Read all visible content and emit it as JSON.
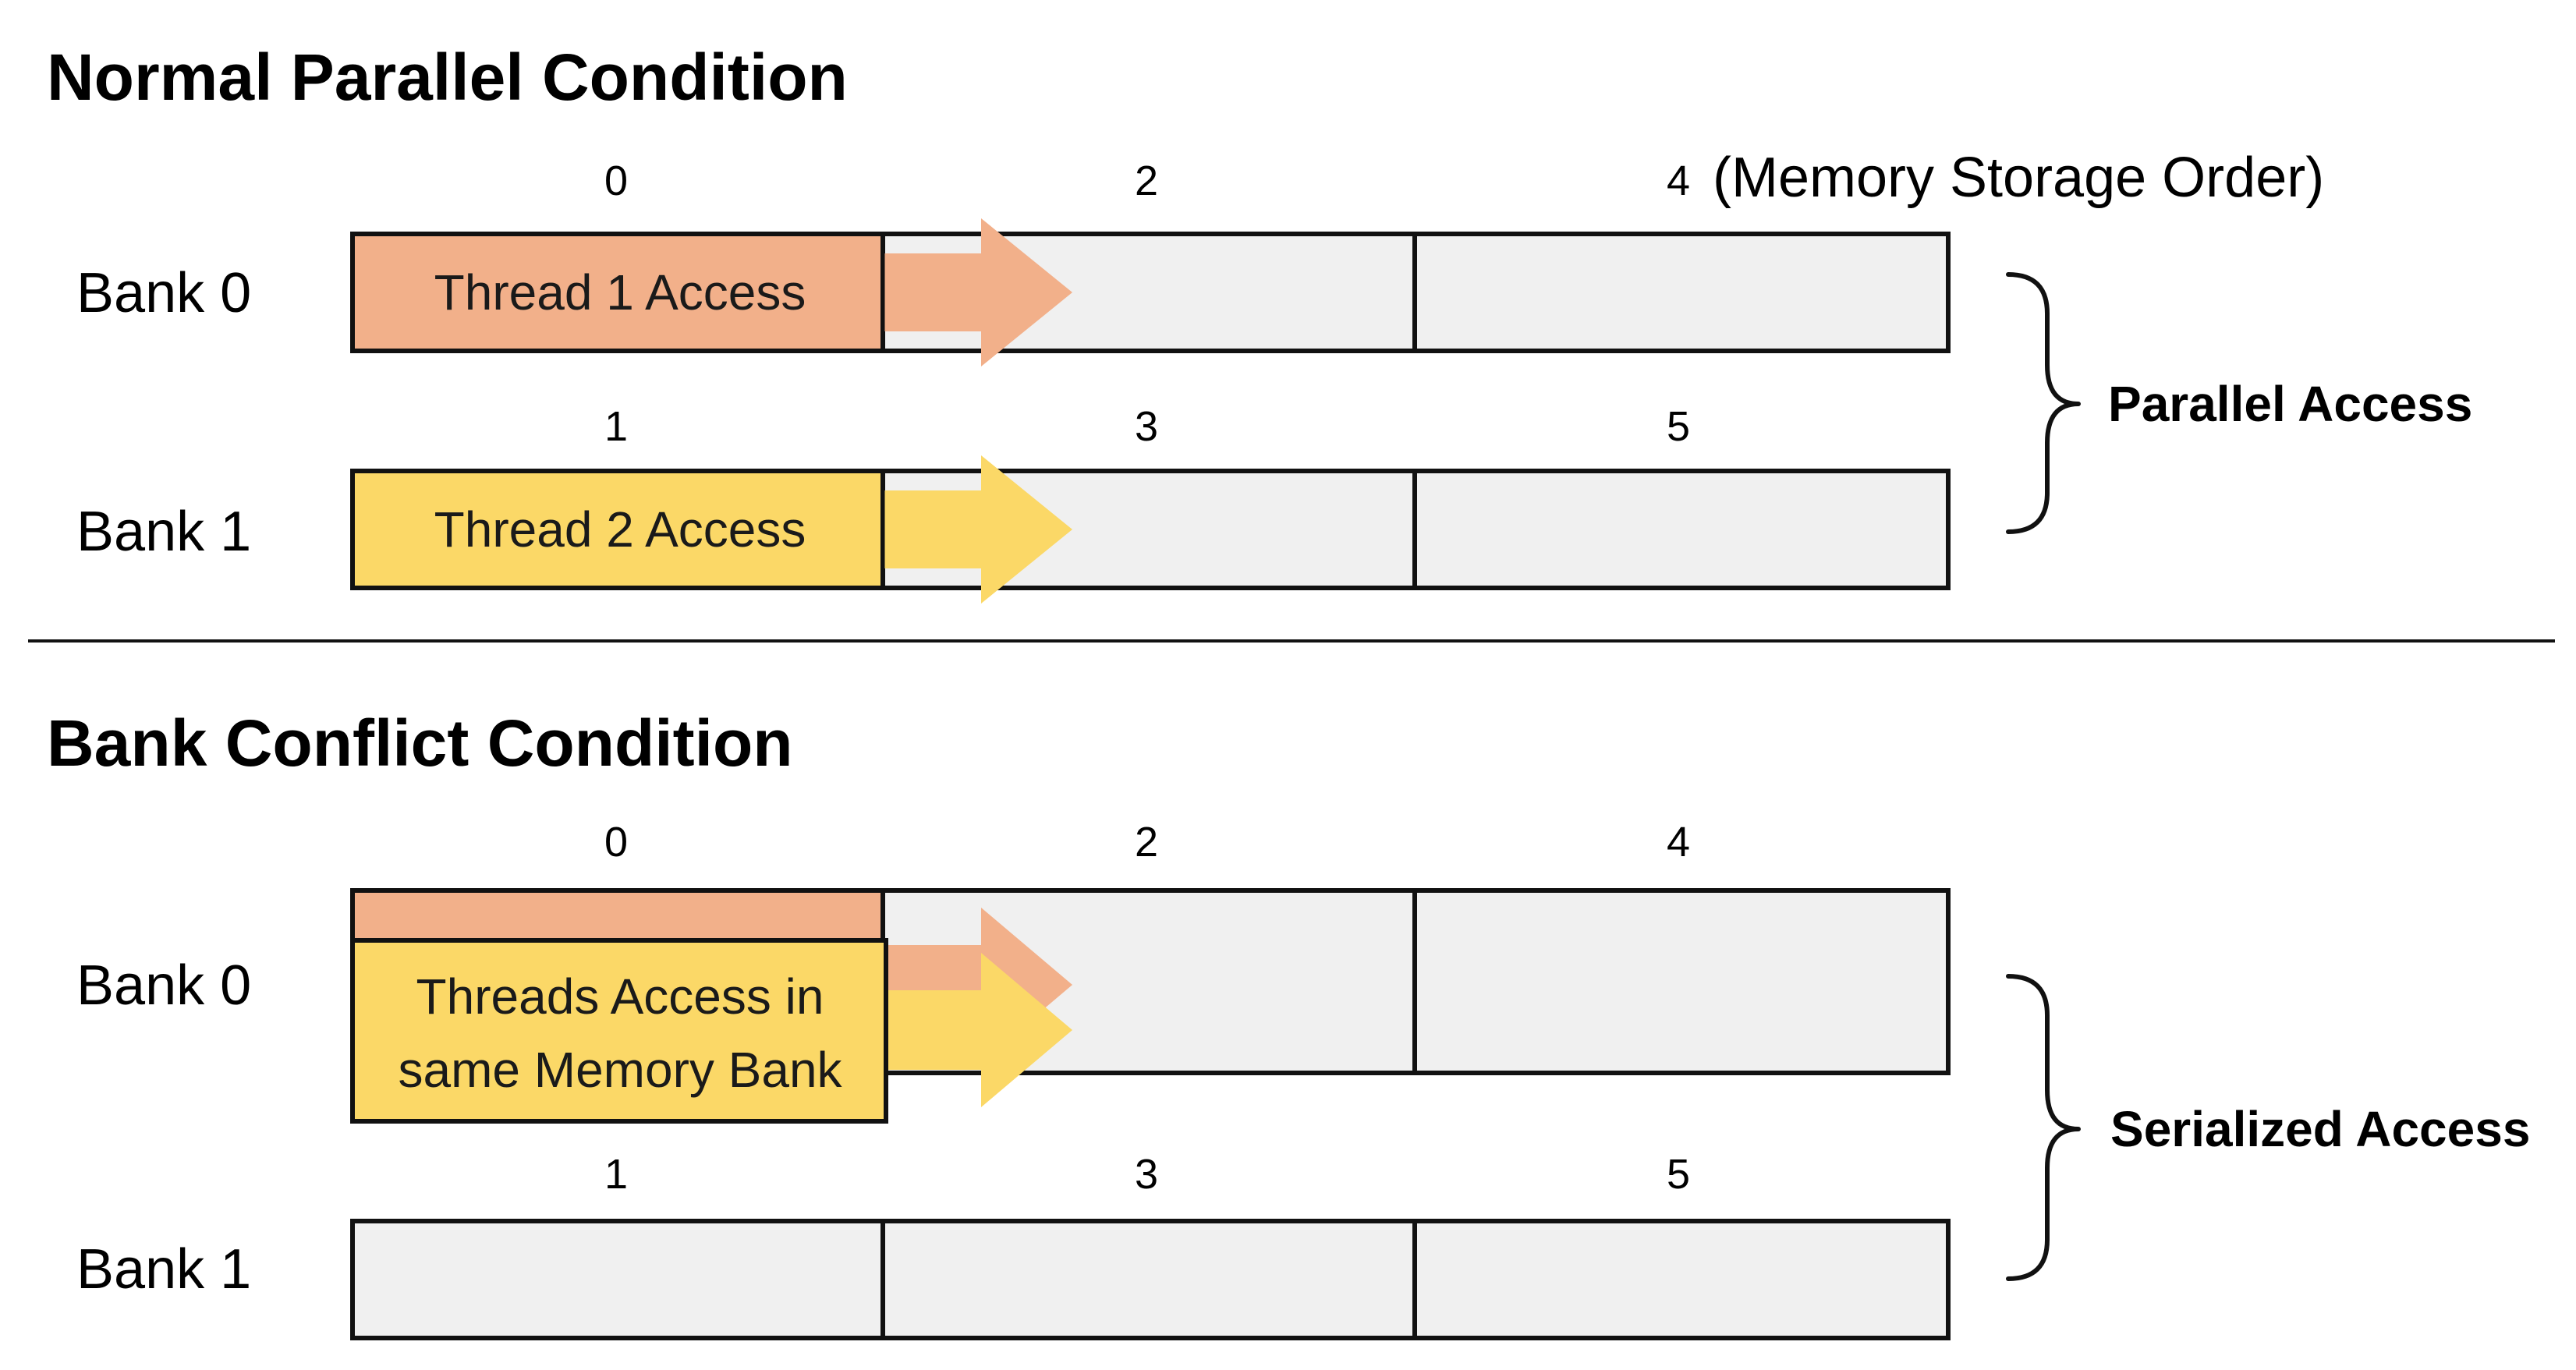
{
  "colors": {
    "thread1": "#f2b08a",
    "thread2": "#fbd867",
    "cell": "#f0f0f0",
    "stroke": "#111111"
  },
  "normal": {
    "title": "Normal Parallel Condition",
    "order_note": "(Memory Storage Order)",
    "bank0": {
      "label": "Bank 0",
      "indices": [
        "0",
        "2",
        "4"
      ],
      "access": "Thread 1 Access"
    },
    "bank1": {
      "label": "Bank 1",
      "indices": [
        "1",
        "3",
        "5"
      ],
      "access": "Thread 2 Access"
    },
    "brace_label": "Parallel Access"
  },
  "conflict": {
    "title": "Bank Conflict Condition",
    "bank0": {
      "label": "Bank 0",
      "indices": [
        "0",
        "2",
        "4"
      ],
      "access_line1": "Threads Access in",
      "access_line2": "same Memory Bank"
    },
    "bank1": {
      "label": "Bank 1",
      "indices": [
        "1",
        "3",
        "5"
      ]
    },
    "brace_label": "Serialized Access"
  }
}
